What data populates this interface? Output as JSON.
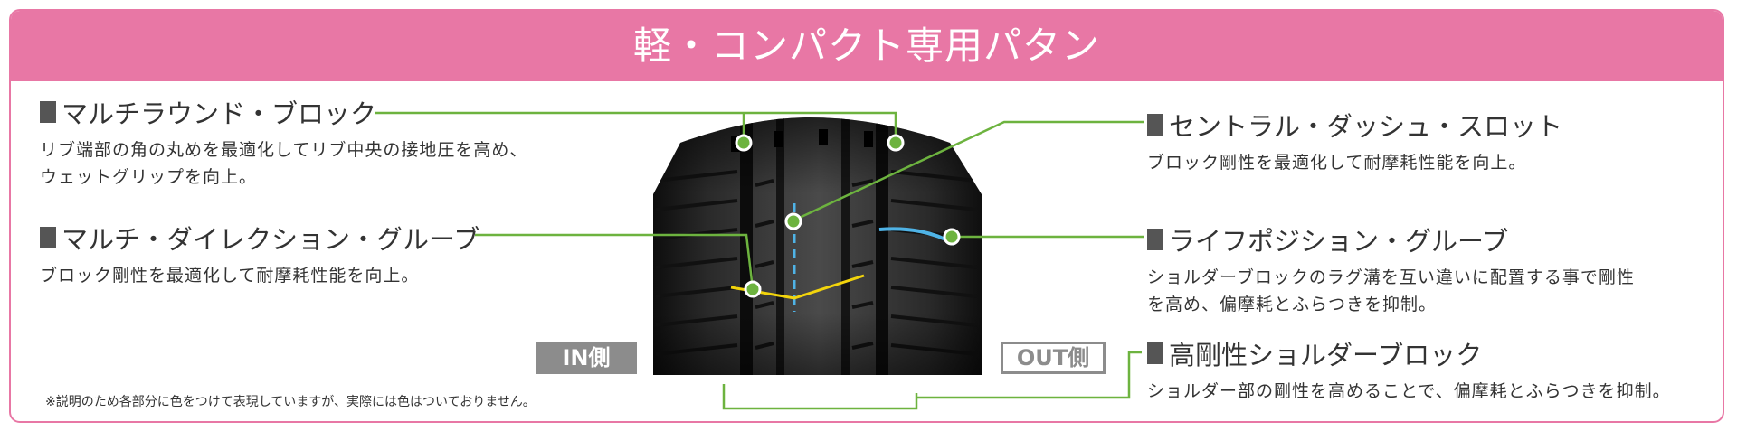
{
  "title": "軽・コンパクト専用パタン",
  "features": [
    {
      "heading": "マルチラウンド・ブロック",
      "desc": [
        "リブ端部の角の丸めを最適化してリブ中央の接地圧を高め、",
        "ウェットグリップを向上。"
      ]
    },
    {
      "heading": "マルチ・ダイレクション・グルーブ",
      "desc": [
        "ブロック剛性を最適化して耐摩耗性能を向上。"
      ]
    },
    {
      "heading": "セントラル・ダッシュ・スロット",
      "desc": [
        "ブロック剛性を最適化して耐摩耗性能を向上。"
      ]
    },
    {
      "heading": "ライフポジション・グルーブ",
      "desc": [
        "ショルダーブロックのラグ溝を互い違いに配置する事で剛性",
        "を高め、偏摩耗とふらつきを抑制。"
      ]
    },
    {
      "heading": "高剛性ショルダーブロック",
      "desc": [
        "ショルダー部の剛性を高めることで、偏摩耗とふらつきを抑制。"
      ]
    }
  ],
  "labels": {
    "in_side": "IN側",
    "out_side": "OUT側"
  },
  "note": "※説明のため各部分に色をつけて表現していますが、実際には色はついておりません。",
  "colors": {
    "accent_pink": "#e877a5",
    "leader_green": "#6db33f",
    "highlight_yellow": "#f2d40c",
    "highlight_blue": "#4fb3e6"
  }
}
